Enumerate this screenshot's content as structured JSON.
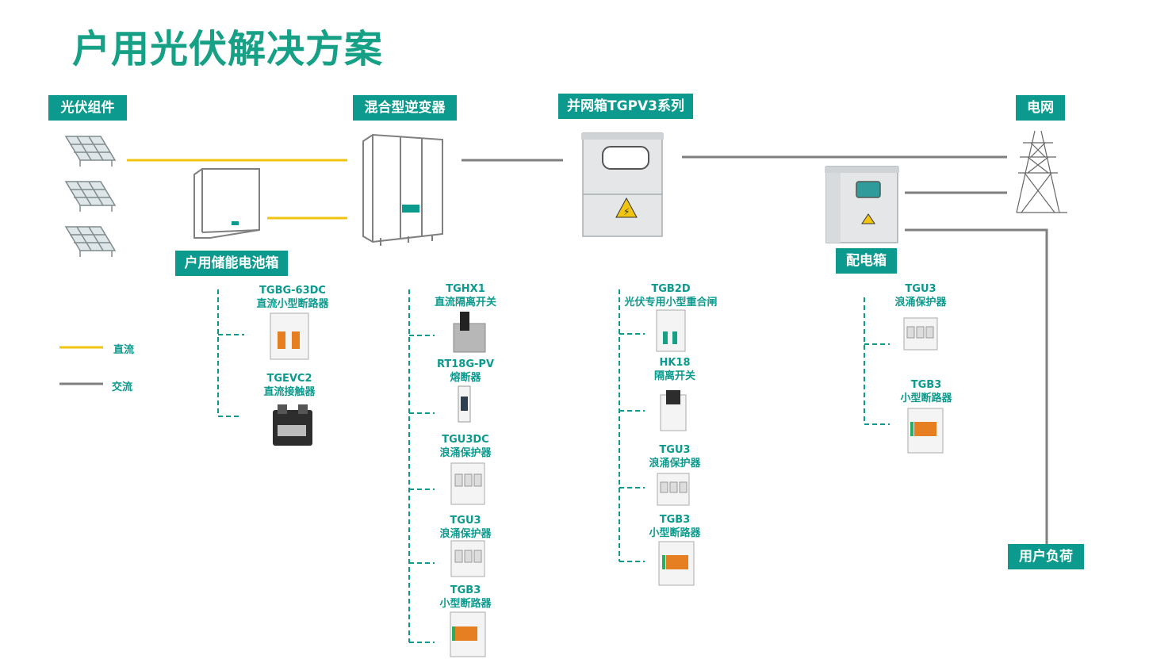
{
  "title": "户用光伏解决方案",
  "colors": {
    "accent": "#0b9a8d",
    "dc": "#f2c40f",
    "ac": "#7f7f7f"
  },
  "nodes": {
    "pv": "光伏组件",
    "battery": "户用储能电池箱",
    "inverter": "混合型逆变器",
    "grid_box": "并网箱TGPV3系列",
    "distribution": "配电箱",
    "grid": "电网",
    "load": "用户负荷"
  },
  "legend": {
    "dc": "直流",
    "ac": "交流"
  },
  "battery_products": [
    {
      "model": "TGBG-63DC",
      "desc": "直流小型断路器",
      "icon": "dc-breaker-icon"
    },
    {
      "model": "TGEVC2",
      "desc": "直流接触器",
      "icon": "contactor-icon"
    }
  ],
  "inverter_products": [
    {
      "model": "TGHX1",
      "desc": "直流隔离开关",
      "icon": "isolator-switch-icon"
    },
    {
      "model": "RT18G-PV",
      "desc": "熔断器",
      "icon": "fuse-icon"
    },
    {
      "model": "TGU3DC",
      "desc": "浪涌保护器",
      "icon": "surge-protector-icon"
    },
    {
      "model": "TGU3",
      "desc": "浪涌保护器",
      "icon": "surge-protector-icon"
    },
    {
      "model": "TGB3",
      "desc": "小型断路器",
      "icon": "mcb-icon"
    }
  ],
  "gridbox_products": [
    {
      "model": "TGB2D",
      "desc": "光伏专用小型重合闸",
      "icon": "recloser-icon"
    },
    {
      "model": "HK18",
      "desc": "隔离开关",
      "icon": "isolator-switch-icon"
    },
    {
      "model": "TGU3",
      "desc": "浪涌保护器",
      "icon": "surge-protector-icon"
    },
    {
      "model": "TGB3",
      "desc": "小型断路器",
      "icon": "mcb-icon"
    }
  ],
  "distribution_products": [
    {
      "model": "TGU3",
      "desc": "浪涌保护器",
      "icon": "surge-protector-icon"
    },
    {
      "model": "TGB3",
      "desc": "小型断路器",
      "icon": "mcb-icon"
    }
  ]
}
